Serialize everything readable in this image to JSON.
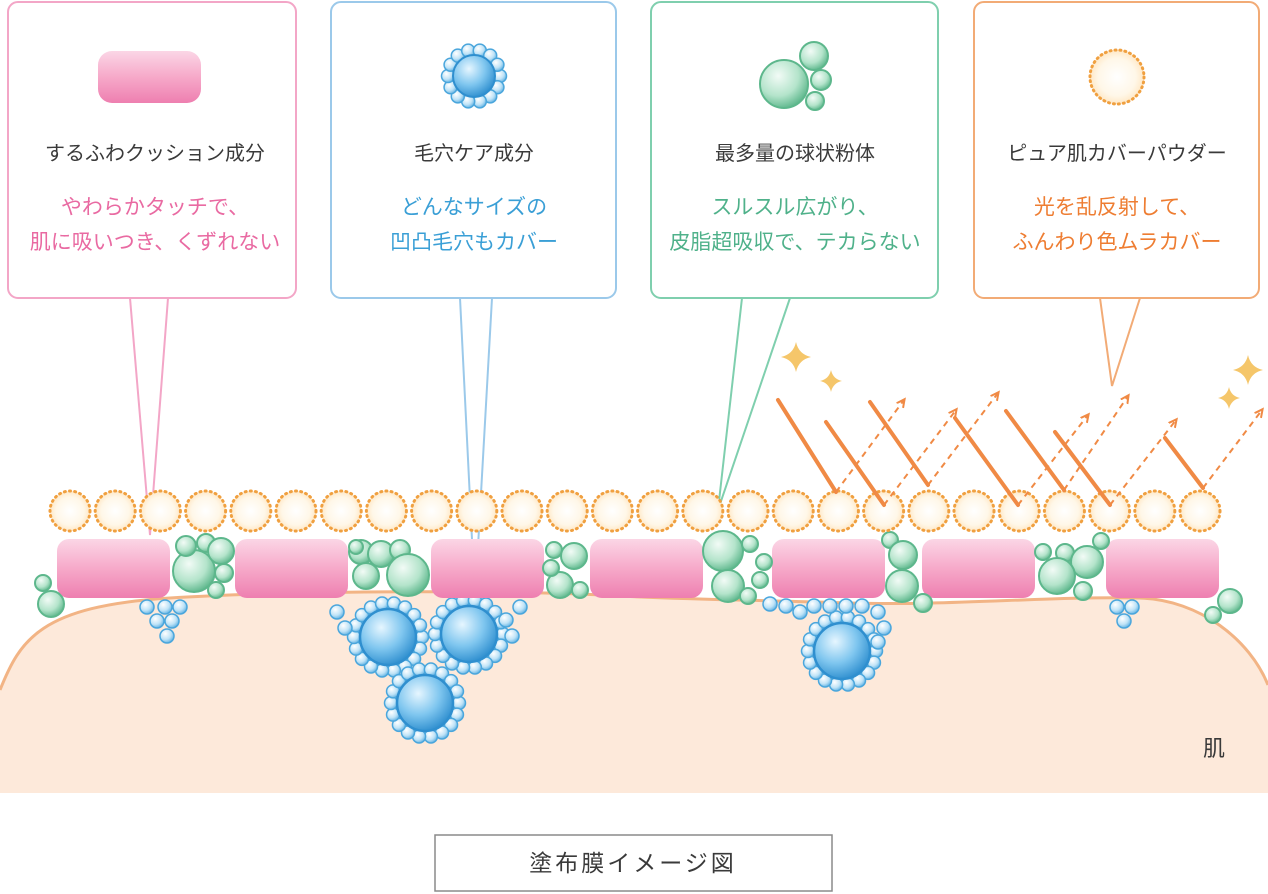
{
  "callouts": [
    {
      "title": "するふわクッション成分",
      "desc1": "やわらかタッチで、",
      "desc2": "肌に吸いつき、くずれない",
      "color": "#e96aa2",
      "icon": "pink-capsule-icon"
    },
    {
      "title": "毛穴ケア成分",
      "desc1": "どんなサイズの",
      "desc2": "凹凸毛穴もカバー",
      "color": "#3a9fd6",
      "icon": "blue-sphere-cluster-icon"
    },
    {
      "title": "最多量の球状粉体",
      "desc1": "スルスル広がり、",
      "desc2": "皮脂超吸収で、テカらない",
      "color": "#4fb18a",
      "icon": "green-spheres-icon"
    },
    {
      "title": "ピュア肌カバーパウダー",
      "desc1": "光を乱反射して、",
      "desc2": "ふんわり色ムラカバー",
      "color": "#ee7d32",
      "icon": "orange-dotted-circle-icon"
    }
  ],
  "skin_label": "肌",
  "caption": "塗布膜イメージ図",
  "colors": {
    "skin_fill": "#fde9da",
    "skin_edge": "#f2b485",
    "pink_border": "#f3a6c7",
    "blue_border": "#9bc9ea",
    "green_border": "#7fcfae",
    "orange_border": "#f2ab76"
  }
}
